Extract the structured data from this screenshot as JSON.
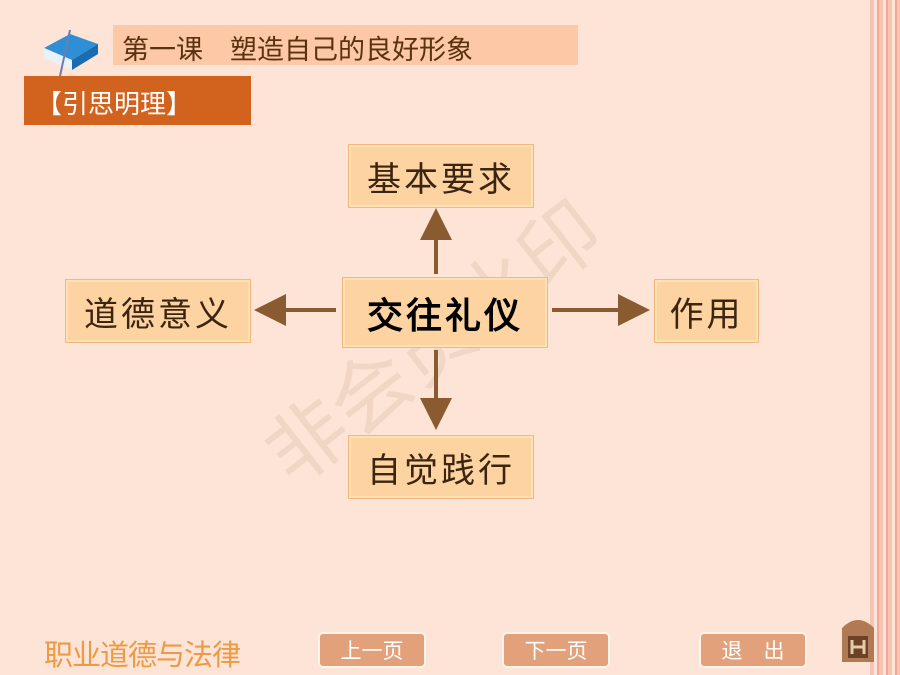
{
  "header": {
    "title": "第一课　塑造自己的良好形象",
    "section": "【引思明理】"
  },
  "diagram": {
    "center": "交往礼仪",
    "top": "基本要求",
    "left": "道德意义",
    "right": "作用",
    "bottom": "自觉践行"
  },
  "footer": {
    "brand": "职业道德与法律",
    "prev": "上一页",
    "next": "下一页",
    "exit": "退　出"
  },
  "watermark": "非会员水印"
}
